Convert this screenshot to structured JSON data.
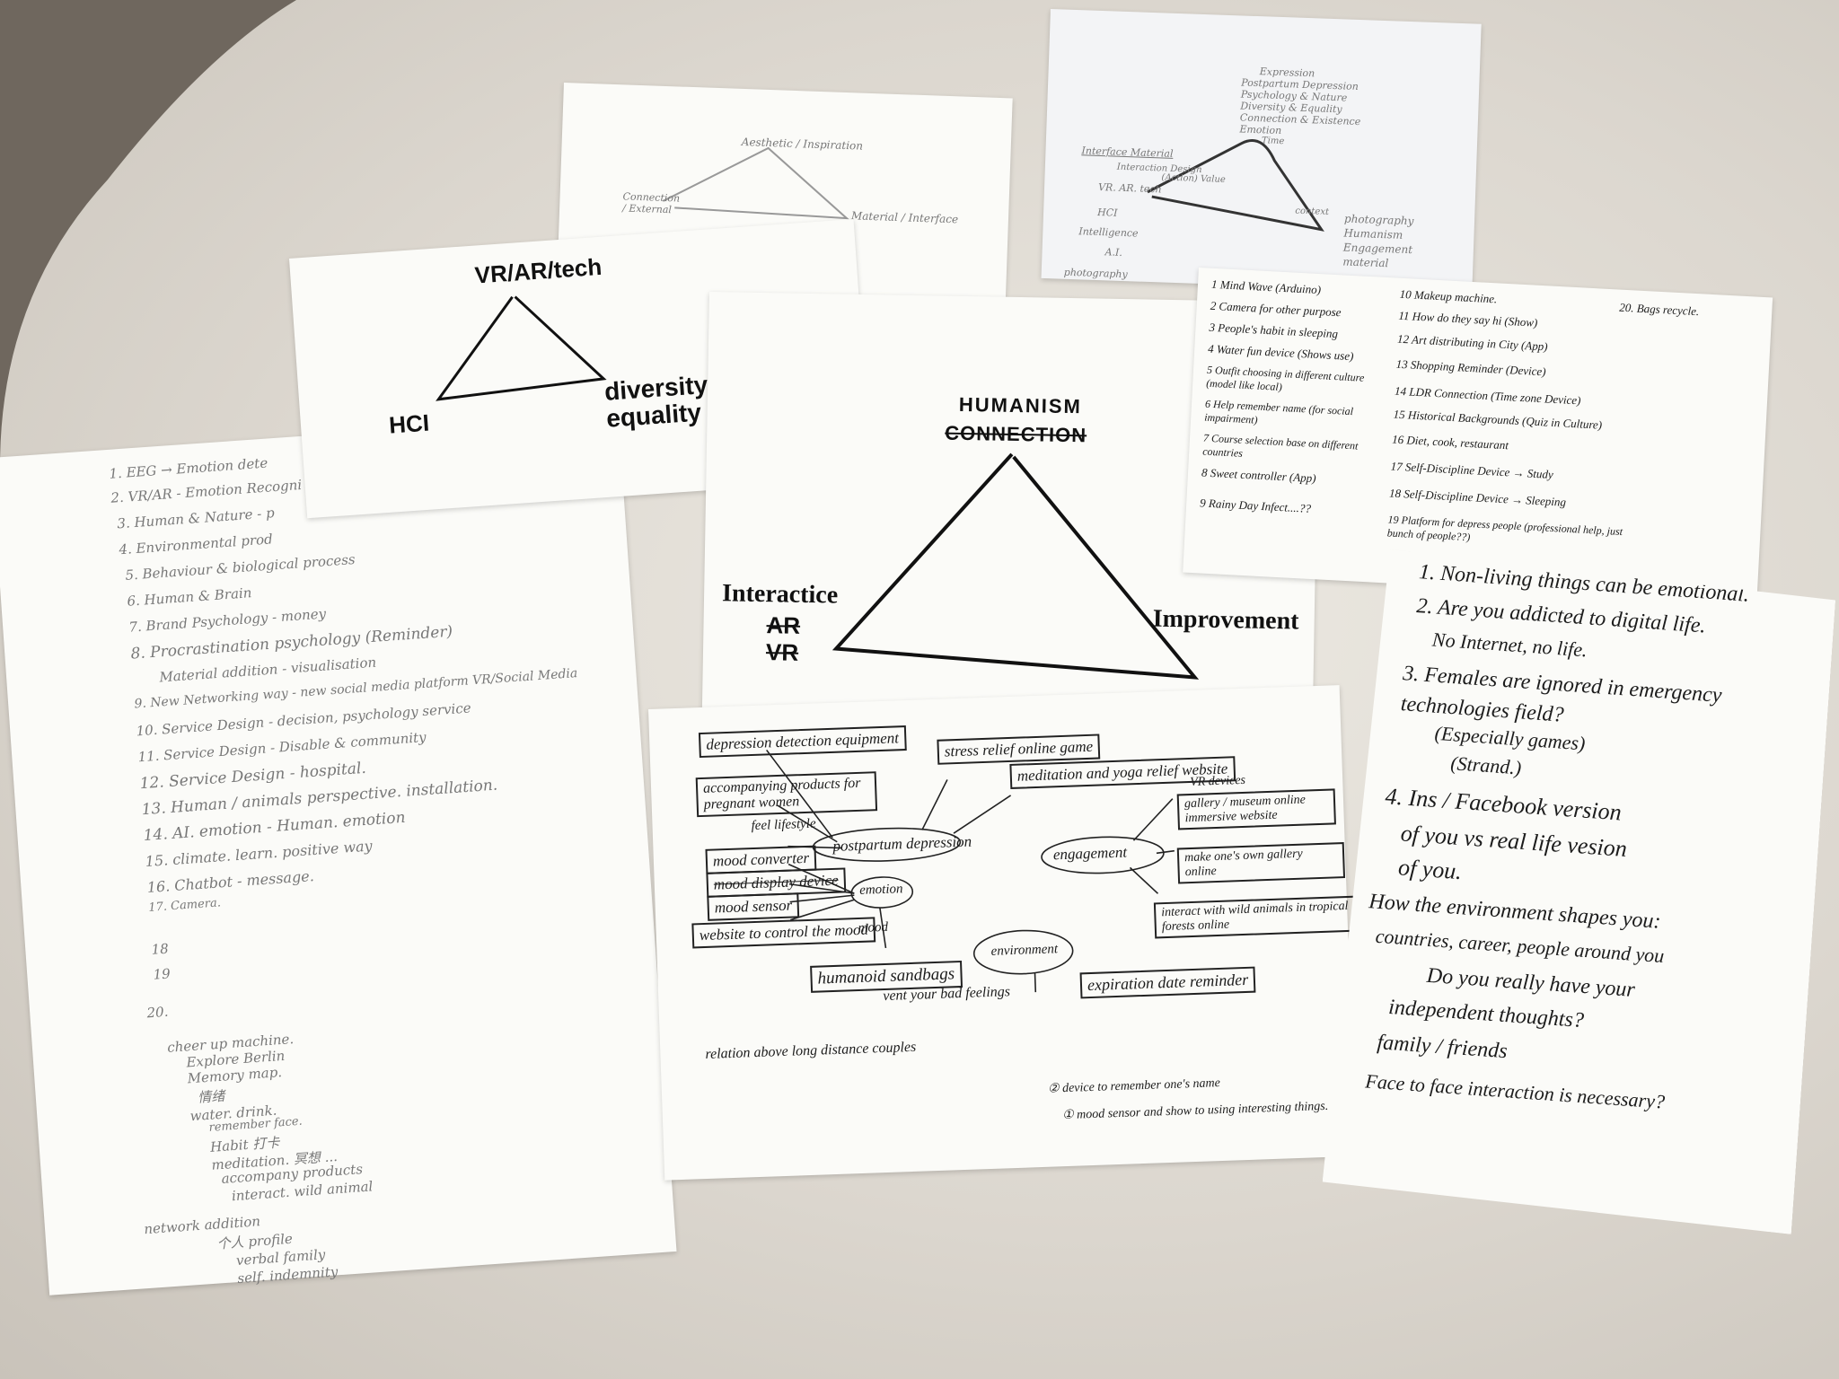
{
  "paper_top_center": {
    "apex": "Aesthetic / Inspiration",
    "left": "Connection / External",
    "right": "Material / Interface"
  },
  "paper_top_right": {
    "top_notes": [
      "Expression",
      "Postpartum Depression",
      "Psychology & Nature",
      "Diversity & Equality",
      "Connection & Existence",
      "Emotion"
    ],
    "left_list": [
      "Interface Material",
      "Interaction Design",
      "VR. AR. tech",
      "HCI",
      "Intelligence",
      "A.I.",
      "photography"
    ],
    "tri_labels": [
      "Time",
      "(Action) Value",
      "context"
    ],
    "right_notes": [
      "photography",
      "Humanism",
      "Engagement",
      "material"
    ]
  },
  "paper_vr": {
    "apex": "VR/AR/tech",
    "left": "HCI",
    "right": "diversity / equality"
  },
  "paper_humanism": {
    "apex": "HUMANISM",
    "apex_struck": "CONNECTION",
    "left": "Interactice",
    "left_struck_1": "AR",
    "left_struck_2": "VR",
    "right": "Improvement"
  },
  "paper_list_left": {
    "items": [
      "1. EEG → Emotion dete",
      "2. VR/AR - Emotion Recogni",
      "3. Human & Nature - p",
      "4. Environmental prod",
      "5. Behaviour & biological process",
      "6. Human & Brain",
      "7. Brand Psychology - money",
      "8. Procrastination psychology (Reminder)",
      "   Material addition - visualisation",
      "9. New Networking way - new social media platform  VR/Social Media",
      "10. Service Design - decision, psychology service",
      "11. Service Design - Disable & community",
      "12. Service Design - hospital.",
      "13. Human / animals perspective. installation.",
      "14. AI. emotion - Human. emotion",
      "15. climate. learn. positive way",
      "16. Chatbot - message.",
      "17. Camera.",
      "18",
      "19",
      "20."
    ],
    "scribbles": [
      "cheer up machine.",
      "Explore Berlin",
      "Memory map.",
      "情绪",
      "water. drink.",
      "remember face.",
      "Habit 打卡",
      "meditation. 冥想 ...",
      "accompany products",
      "interact. wild animal",
      "network  addition",
      "个人 profile",
      "verbal family",
      "self. indemnity"
    ]
  },
  "paper_list_right": {
    "items": [
      "1 Mind Wave (Arduino)",
      "2 Camera for other purpose",
      "3 People's habit in sleeping",
      "4 Water fun device (Shows use)",
      "5 Outfit choosing in different culture (model like local)",
      "6 Help remember name (for social impairment)",
      "7 Course selection base on different countries",
      "8 Sweet controller (App)",
      "9 Rainy Day Infect....??",
      "10 Makeup machine.",
      "11 How do they say hi (Show)",
      "12 Art distributing in City (App)",
      "13 Shopping Reminder (Device)",
      "14 LDR Connection (Time zone Device)",
      "15 Historical Backgrounds (Quiz in Culture)",
      "16 Diet, cook, restaurant",
      "17 Self-Discipline Device → Study",
      "18 Self-Discipline Device → Sleeping",
      "19 Platform for depress people (professional help, just bunch of people??)",
      "20. Bags recycle."
    ]
  },
  "paper_mindmap": {
    "center": "postpartum depression",
    "nodes": [
      "depression detection equipment",
      "accompanying products for pregnant women",
      "feel lifestyle",
      "stress relief online game",
      "meditation and yoga relief website",
      "mood converter",
      "mood display device",
      "mood sensor",
      "emotion",
      "website to control the mood",
      "mood",
      "humanoid sandbags",
      "vent your bad feelings",
      "engagement",
      "VR devices",
      "gallery / museum online immersive website",
      "make one's own gallery online",
      "interact with wild animals in tropical forests online",
      "environment",
      "expiration date reminder",
      "relation above long distance couples",
      "② device to remember one's name",
      "① mood sensor and show to using interesting things."
    ]
  },
  "paper_questions": {
    "lines": [
      "1. Non-living things can be emotional.",
      "2. Are you addicted to digital life.",
      "No Internet, no life.",
      "3. Females are ignored in emergency technologies field?",
      "(Especially games)",
      "(Strand.)",
      "4. Ins / Facebook version",
      "of you vs real life vesion",
      "of you.",
      "How the environment shapes you:",
      "countries, career, people around you",
      "Do you really have your",
      "independent thoughts?",
      "family / friends",
      "Face to face interaction is necessary?"
    ]
  }
}
